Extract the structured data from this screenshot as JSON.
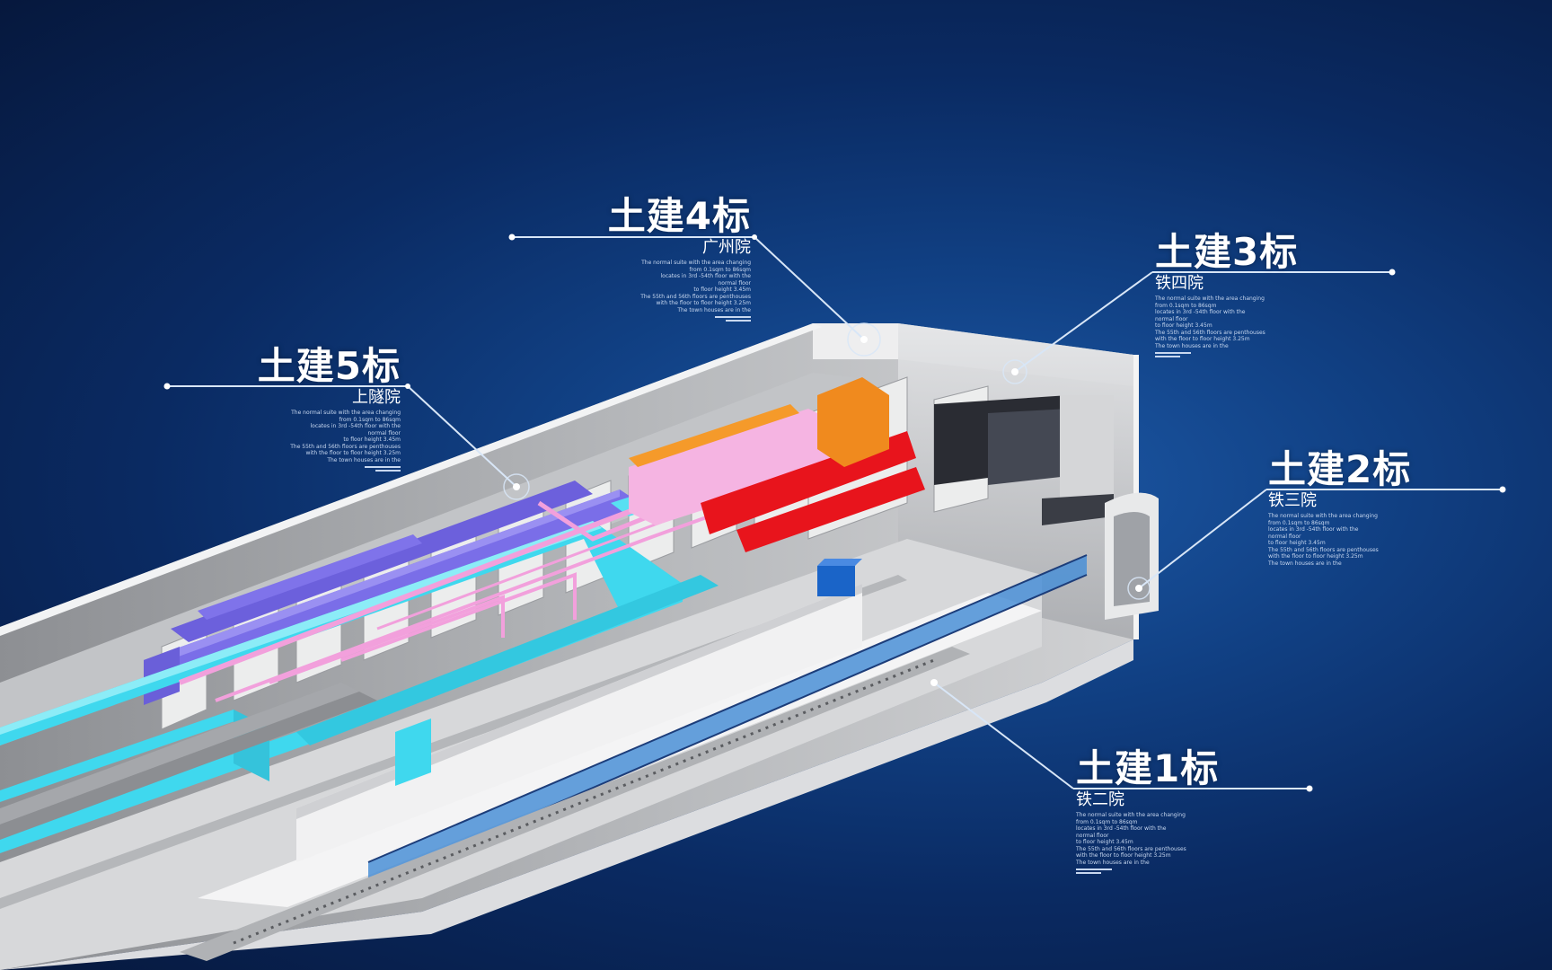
{
  "callouts": [
    {
      "id": "c4",
      "title": "土建4标",
      "sub": "广州院",
      "desc": [
        "The normal suite with the area changing",
        "from 0.1sqm to 86sqm",
        "locates in 3rd -54th floor with the",
        "normal floor",
        "to floor height 3.45m",
        "The 55th and 56th floors are penthouses",
        "with the floor to floor height 3.25m",
        "The town houses are in the"
      ]
    },
    {
      "id": "c3",
      "title": "土建3标",
      "sub": "铁四院",
      "desc": [
        "The normal suite with the area changing",
        "from 0.1sqm to 86sqm",
        "locates in 3rd -54th floor with the",
        "normal floor",
        "to floor height 3.45m",
        "The 55th and 56th floors are penthouses",
        "with the floor to floor height 3.25m",
        "The town houses are in the"
      ]
    },
    {
      "id": "c5",
      "title": "土建5标",
      "sub": "上隧院",
      "desc": [
        "The normal suite with the area changing",
        "from 0.1sqm to 86sqm",
        "locates in 3rd -54th floor with the",
        "normal floor",
        "to floor height 3.45m",
        "The 55th and 56th floors are penthouses",
        "with the floor to floor height 3.25m",
        "The town houses are in the"
      ]
    },
    {
      "id": "c2",
      "title": "土建2标",
      "sub": "铁三院",
      "desc": [
        "The normal suite with the area changing",
        "from 0.1sqm to 86sqm",
        "locates in 3rd -54th floor with the",
        "normal floor",
        "to floor height 3.45m",
        "The 55th and 56th floors are penthouses",
        "with the floor to floor height 3.25m",
        "The town houses are in the"
      ]
    },
    {
      "id": "c1",
      "title": "土建1标",
      "sub": "铁二院",
      "desc": [
        "The normal suite with the area changing",
        "from 0.1sqm to 86sqm",
        "locates in 3rd -54th floor with the",
        "normal floor",
        "to floor height 3.45m",
        "The 55th and 56th floors are penthouses",
        "with the floor to floor height 3.25m",
        "The town houses are in the"
      ]
    }
  ],
  "colors": {
    "background": "#0a2a62",
    "leader_line": "#d8e6f7",
    "duct_cyan": "#3fd8ee",
    "duct_purple": "#7a6ee8",
    "pipe_pink": "#f2a0dc",
    "equipment_red": "#e8141c",
    "equipment_orange": "#f08a1e",
    "equipment_blue": "#1a64c8",
    "structure_grey": "#b9bdc4"
  }
}
